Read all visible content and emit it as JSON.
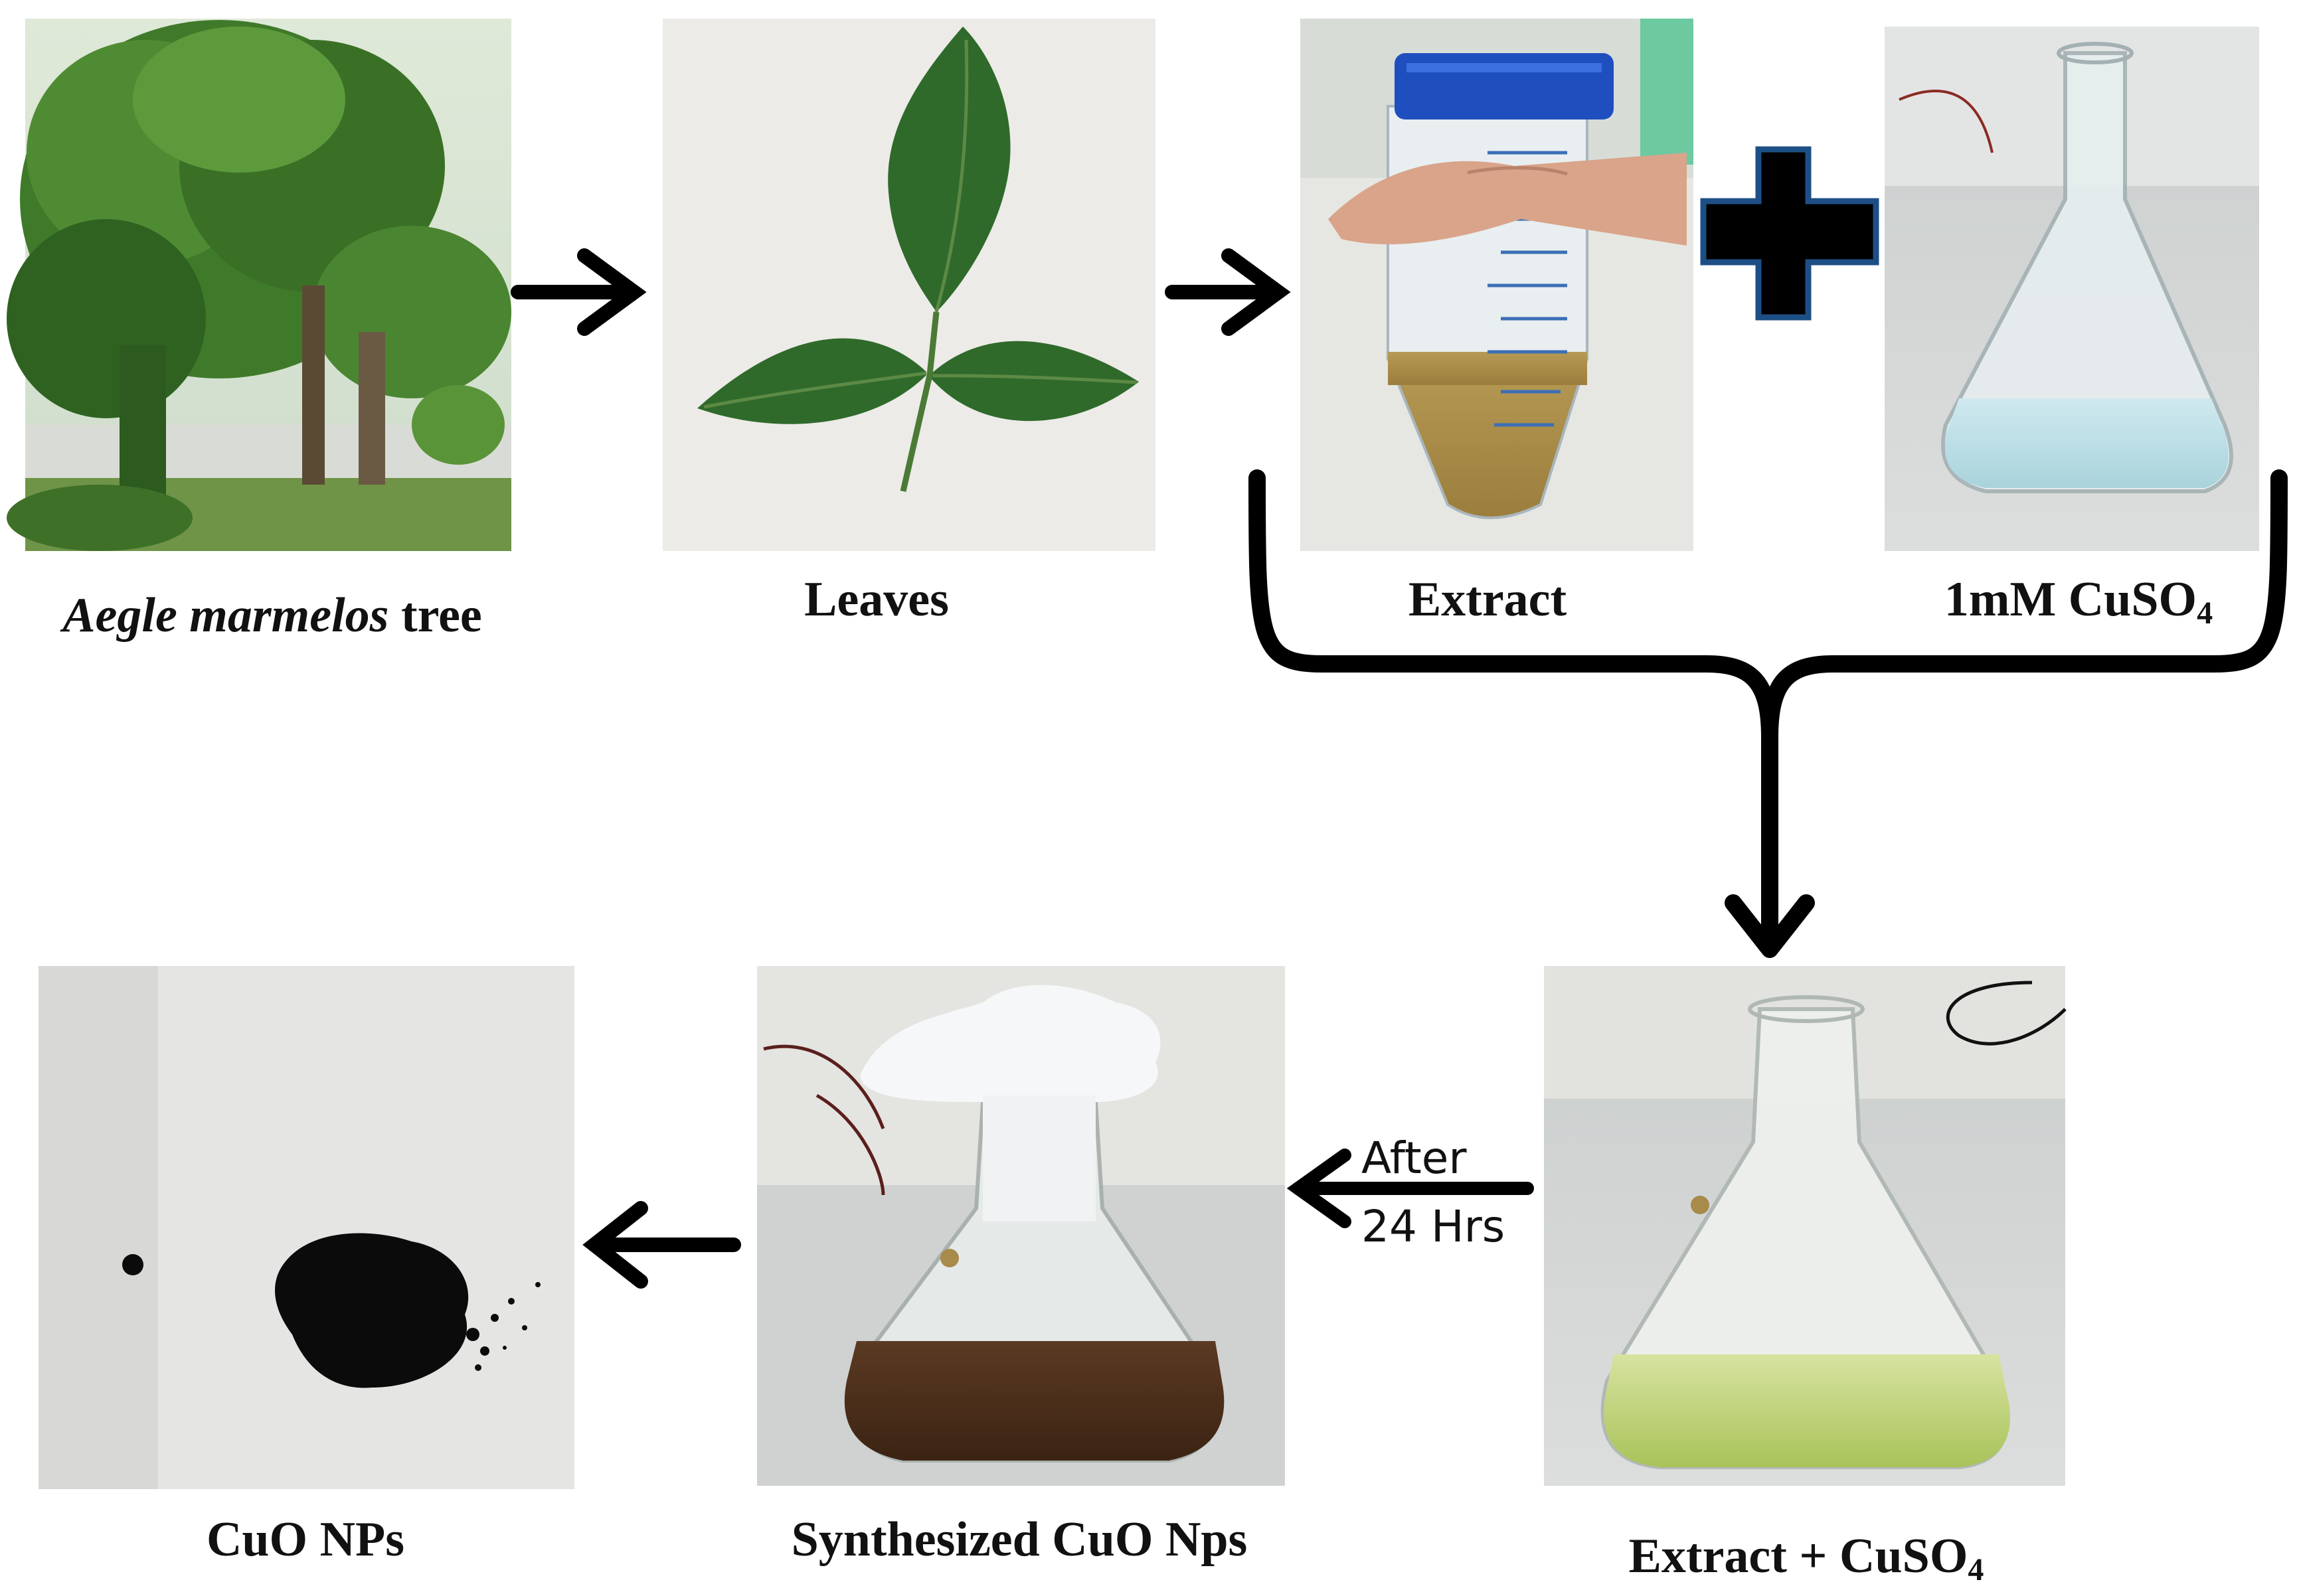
{
  "photos": {
    "tree": "Aegle marmelos tree photo",
    "leaves": "Leaves photo",
    "extract": "Extract in centrifuge tube",
    "cuso4": "1mM CuSO4 in flask",
    "mixture": "Extract + CuSO4 flask",
    "synthesized": "Synthesized CuO Nps flask",
    "nps": "CuO NPs powder"
  },
  "labels": {
    "tree_italic": "Aegle marmelos",
    "tree_rest": " tree",
    "leaves": "Leaves",
    "extract": "Extract",
    "cuso4_main": "1mM CuSO",
    "cuso4_sub": "4",
    "mixture_main": "Extract + CuSO",
    "mixture_sub": "4",
    "synthesized": "Synthesized CuO Nps",
    "nps": "CuO NPs"
  },
  "arrow_note": {
    "line1": "After",
    "line2": "24 Hrs"
  },
  "colors": {
    "arrow": "#000000",
    "plus_fill": "#000000",
    "plus_border": "#1d4f86"
  }
}
